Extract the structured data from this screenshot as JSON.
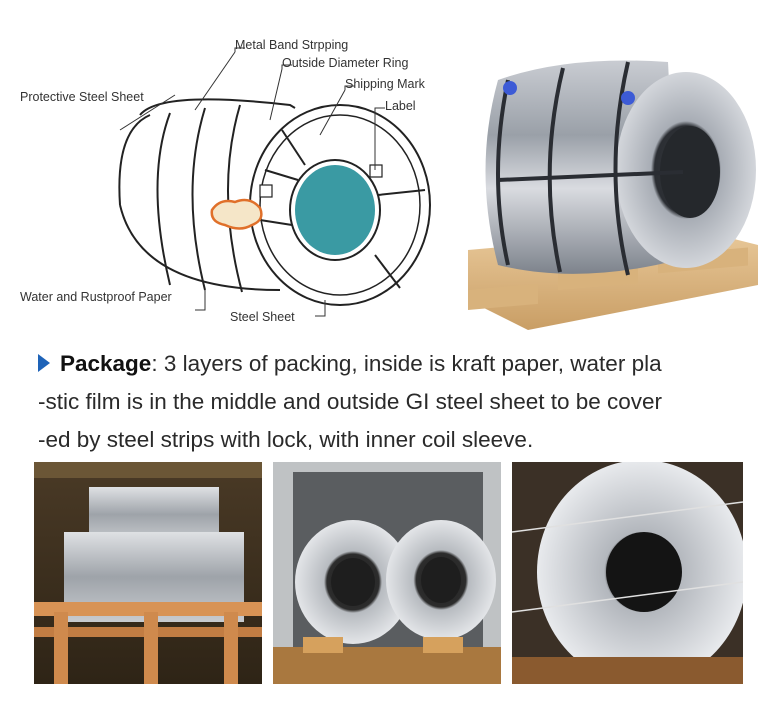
{
  "diagram": {
    "labels": {
      "metal_band": "Metal Band Strpping",
      "outside_ring": "Outside Diameter Ring",
      "shipping_mark": "Shipping Mark",
      "label": "Label",
      "protective_sheet": "Protective Steel Sheet",
      "water_paper": "Water and Rustproof Paper",
      "steel_sheet": "Steel Sheet"
    },
    "colors": {
      "core": "#3a9aa3",
      "accent": "#e0702a"
    }
  },
  "package": {
    "title": "Package",
    "line1": ": 3 layers of packing, inside is kraft paper, water pla",
    "line2": "-stic film is in the middle and outside GI steel sheet to be cover",
    "line3": "-ed by steel strips with lock, with inner coil sleeve.",
    "arrow_color": "#1e63b8"
  }
}
